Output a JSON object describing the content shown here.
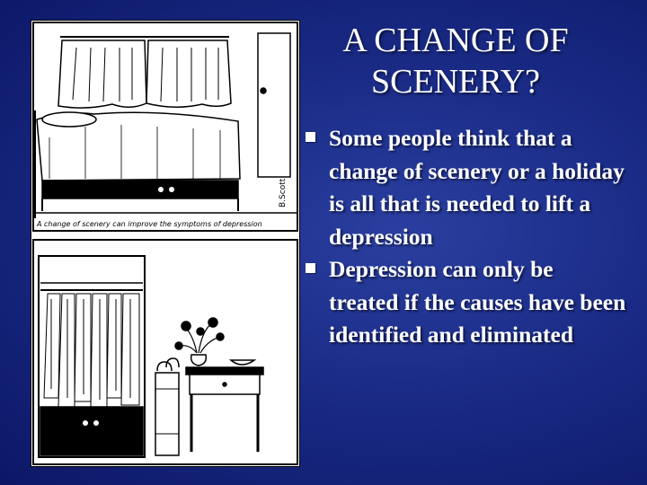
{
  "slide": {
    "title_line1": "A CHANGE OF",
    "title_line2": "SCENERY?",
    "bullets": [
      "Some people think that a change of scenery or a holiday is all that is needed to lift a depression",
      "Depression can only be treated if the causes have been identified and eliminated"
    ]
  },
  "cartoon": {
    "caption": "A change of scenery can improve the symptoms of depression",
    "signature": "B.Scott"
  },
  "colors": {
    "background": "#1a2b86",
    "text": "#ffffff"
  }
}
